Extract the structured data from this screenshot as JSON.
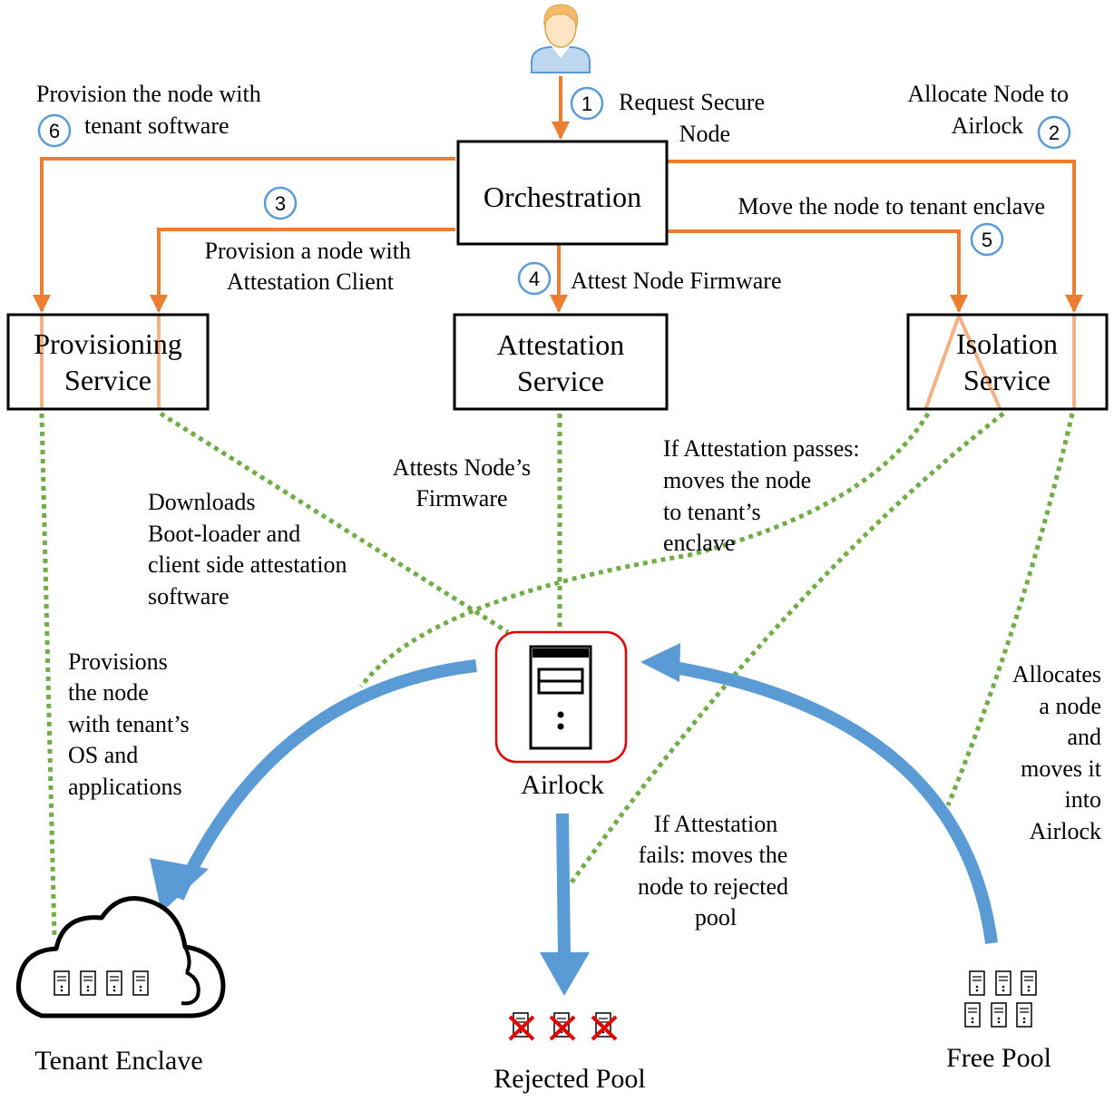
{
  "boxes": {
    "orchestration": "Orchestration",
    "provisioning_line1": "Provisioning",
    "provisioning_line2": "Service",
    "attestation_line1": "Attestation",
    "attestation_line2": "Service",
    "isolation_line1": "Isolation",
    "isolation_line2": "Service"
  },
  "steps": [
    {
      "num": "1",
      "lines": [
        "Request Secure",
        "Node"
      ]
    },
    {
      "num": "2",
      "lines": [
        "Allocate Node to",
        "Airlock"
      ]
    },
    {
      "num": "3",
      "lines": [
        "Provision a node with",
        "Attestation Client"
      ]
    },
    {
      "num": "4",
      "lines": [
        "Attest Node Firmware"
      ]
    },
    {
      "num": "5",
      "lines": [
        "Move the node to tenant enclave"
      ]
    },
    {
      "num": "6",
      "lines": [
        "Provision the node with",
        "tenant software"
      ]
    }
  ],
  "annotations": {
    "downloads": [
      "Downloads",
      "Boot-loader and",
      "client side attestation",
      "software"
    ],
    "attests": [
      "Attests Node’s",
      "Firmware"
    ],
    "passes": [
      "If Attestation passes:",
      "moves the node",
      "to tenant’s",
      "enclave"
    ],
    "provisions": [
      "Provisions",
      "the node",
      "with tenant’s",
      "OS and",
      "applications"
    ],
    "fails": [
      "If Attestation",
      "fails: moves the",
      "node to rejected",
      "pool"
    ],
    "allocates": [
      "Allocates",
      "a node",
      "and",
      "moves it",
      "into",
      "Airlock"
    ]
  },
  "places": {
    "airlock": "Airlock",
    "tenant_enclave": "Tenant Enclave",
    "rejected_pool": "Rejected Pool",
    "free_pool": "Free Pool"
  },
  "icons": [
    "user-icon",
    "server-icon",
    "cloud-icon",
    "rejected-server-icon",
    "free-server-icon"
  ],
  "colors": {
    "orange_arrow": "#ED7D31",
    "green_dotted": "#70AD47",
    "blue_arrow": "#5B9BD5",
    "airlock_border": "#E00000",
    "step_circle": "#5B9BD5",
    "reject_x": "#E00000"
  }
}
